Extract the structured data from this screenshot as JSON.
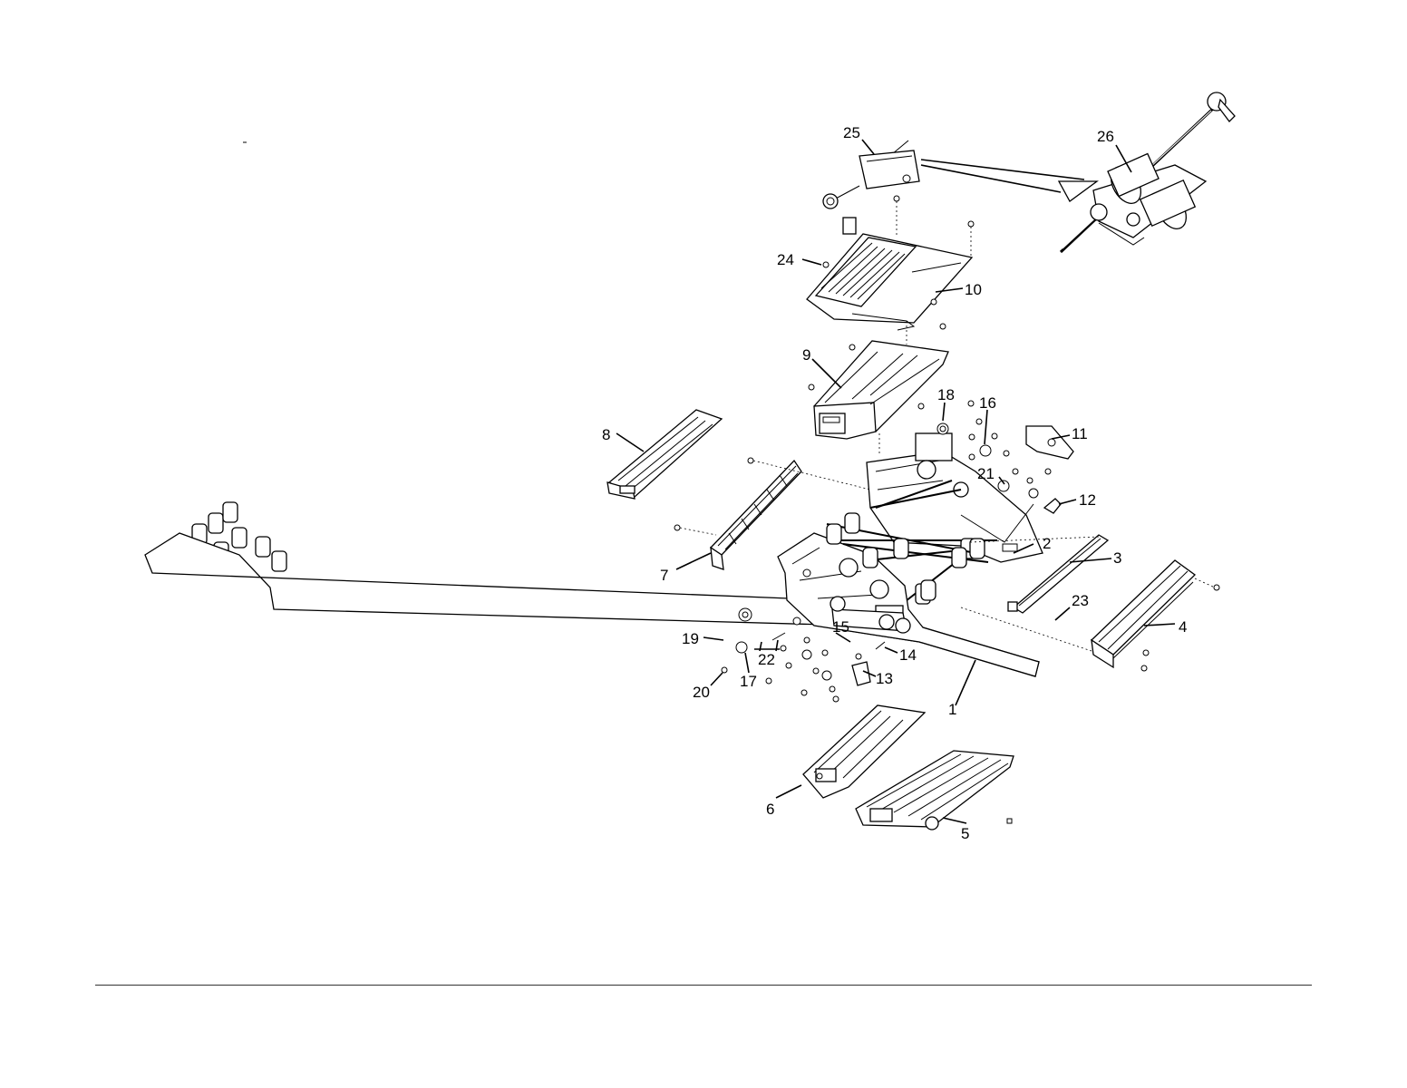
{
  "diagram": {
    "type": "exploded-parts-view",
    "callouts": [
      "1",
      "2",
      "3",
      "4",
      "5",
      "6",
      "7",
      "8",
      "9",
      "10",
      "11",
      "12",
      "13",
      "14",
      "15",
      "16",
      "17",
      "18",
      "19",
      "20",
      "21",
      "22",
      "23",
      "24",
      "25",
      "26"
    ]
  }
}
